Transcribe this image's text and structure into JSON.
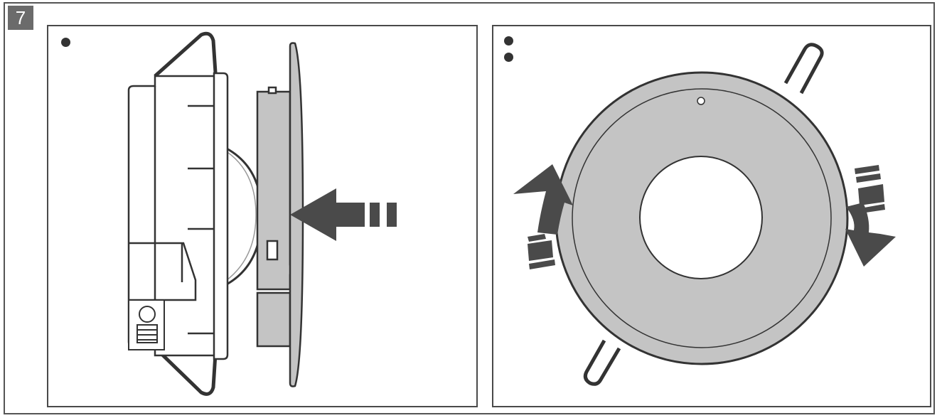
{
  "figure": {
    "number": "7"
  },
  "colors": {
    "stroke": "#333333",
    "fill_gray": "#c4c4c4",
    "arrow": "#4a4a4a",
    "badge": "#6b6b6b",
    "background": "#ffffff"
  },
  "panels": [
    {
      "id": "left",
      "step_markers": 1
    },
    {
      "id": "right",
      "step_markers": 2
    }
  ]
}
